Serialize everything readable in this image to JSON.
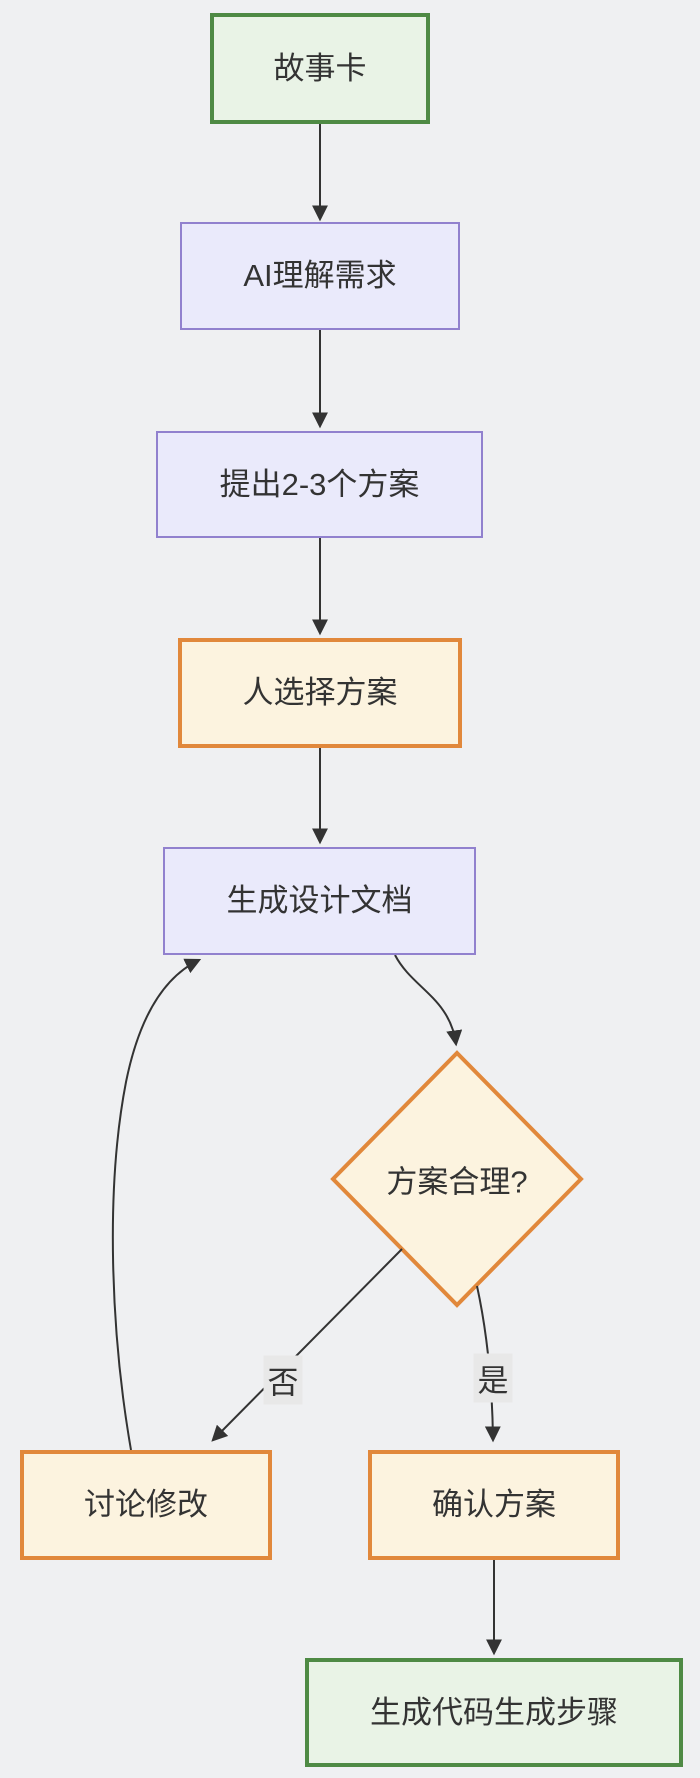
{
  "diagram": {
    "type": "flowchart",
    "direction": "top-down",
    "background_color": "#eff0f2",
    "text_color": "#333333",
    "arrow_color": "#333333",
    "edge_label_background": "#e8e8e8",
    "styles": {
      "green": {
        "fill": "#e9f3e6",
        "border": "#4e8a44"
      },
      "purple": {
        "fill": "#eaeafb",
        "border": "#9181ce"
      },
      "orange": {
        "fill": "#fcf3df",
        "border": "#e1883b"
      }
    },
    "nodes": [
      {
        "id": "story-card",
        "label": "故事卡",
        "shape": "rectangle",
        "style": "green"
      },
      {
        "id": "ai-understand",
        "label": "AI理解需求",
        "shape": "rectangle",
        "style": "purple"
      },
      {
        "id": "propose-2-3-options",
        "label": "提出2-3个方案",
        "shape": "rectangle",
        "style": "purple"
      },
      {
        "id": "human-select-option",
        "label": "人选择方案",
        "shape": "rectangle",
        "style": "orange"
      },
      {
        "id": "generate-design-doc",
        "label": "生成设计文档",
        "shape": "rectangle",
        "style": "purple"
      },
      {
        "id": "decision-plan-reasonable",
        "label": "方案合理?",
        "shape": "diamond",
        "style": "orange"
      },
      {
        "id": "discuss-modify",
        "label": "讨论修改",
        "shape": "rectangle",
        "style": "orange"
      },
      {
        "id": "confirm-plan",
        "label": "确认方案",
        "shape": "rectangle",
        "style": "orange"
      },
      {
        "id": "generate-code-steps",
        "label": "生成代码生成步骤",
        "shape": "rectangle",
        "style": "green"
      }
    ],
    "edges": [
      {
        "from": "story-card",
        "to": "ai-understand",
        "label": ""
      },
      {
        "from": "ai-understand",
        "to": "propose-2-3-options",
        "label": ""
      },
      {
        "from": "propose-2-3-options",
        "to": "human-select-option",
        "label": ""
      },
      {
        "from": "human-select-option",
        "to": "generate-design-doc",
        "label": ""
      },
      {
        "from": "generate-design-doc",
        "to": "decision-plan-reasonable",
        "label": ""
      },
      {
        "from": "decision-plan-reasonable",
        "to": "discuss-modify",
        "label": "否"
      },
      {
        "from": "decision-plan-reasonable",
        "to": "confirm-plan",
        "label": "是"
      },
      {
        "from": "discuss-modify",
        "to": "generate-design-doc",
        "label": ""
      },
      {
        "from": "confirm-plan",
        "to": "generate-code-steps",
        "label": ""
      }
    ]
  }
}
